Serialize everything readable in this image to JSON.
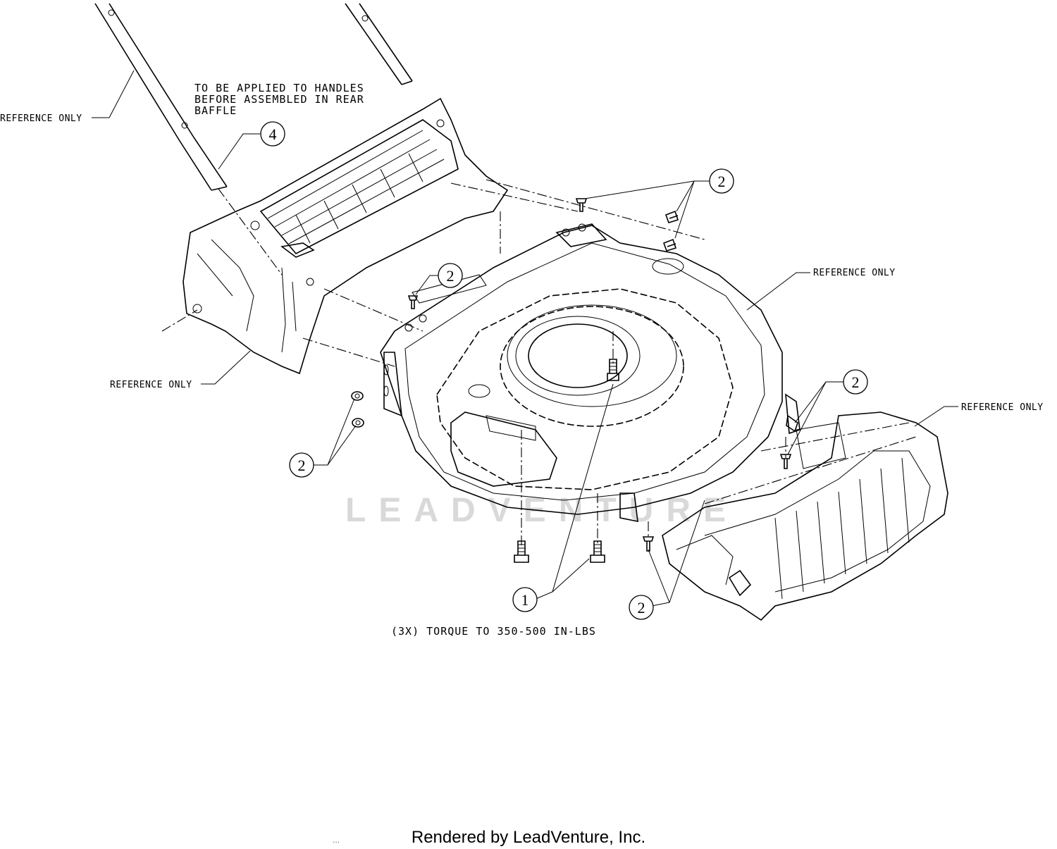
{
  "notes": {
    "handle_note_line1": "TO BE APPLIED TO HANDLES",
    "handle_note_line2": "BEFORE ASSEMBLED IN REAR",
    "handle_note_line3": "BAFFLE",
    "torque_note": "(3X) TORQUE TO 350-500 IN-LBS"
  },
  "reference_labels": {
    "handle": "REFERENCE ONLY",
    "rear_baffle": "REFERENCE ONLY",
    "deck": "REFERENCE ONLY",
    "front_baffle": "REFERENCE ONLY"
  },
  "callouts": {
    "c4": "4",
    "c2_top_right": "2",
    "c2_deck_left": "2",
    "c2_left": "2",
    "c2_right": "2",
    "c1_bottom": "1",
    "c2_bottom": "2"
  },
  "watermark": "LEADVENTURE",
  "footer": {
    "ellipsis": "...",
    "rendered_by": "Rendered by LeadVenture, Inc."
  }
}
